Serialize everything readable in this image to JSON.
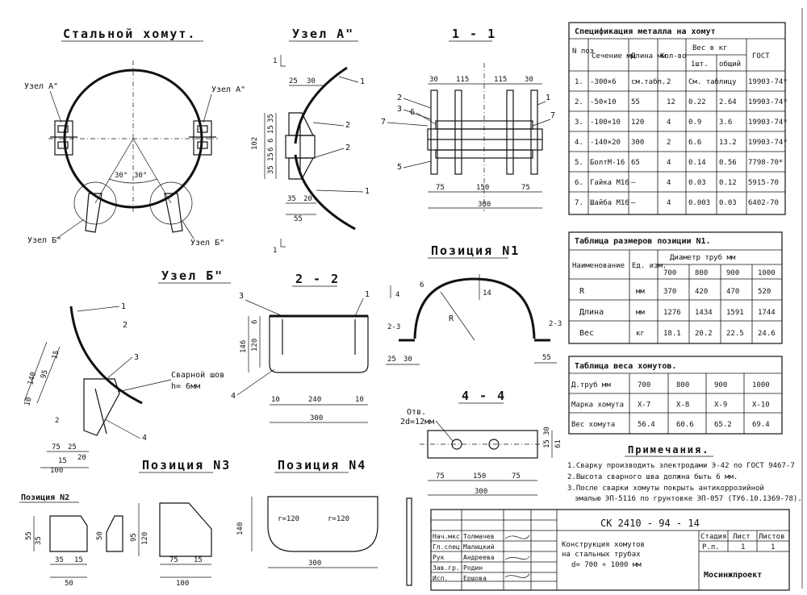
{
  "titles": {
    "steel_clamp": "Стальной хомут.",
    "node_a": "Узел А\"",
    "section_11": "1 - 1",
    "node_b": "Узел Б\"",
    "section_22": "2 - 2",
    "position_1": "Позиция N1",
    "section_44": "4 - 4",
    "position_3": "Позиция N3",
    "position_4": "Позиция N4",
    "position_2": "Позиция N2"
  },
  "callouts": {
    "uzel_a_left": "Узел А\"",
    "uzel_a_right": "Узел А\"",
    "uzel_b_left": "Узел Б\"",
    "uzel_b_right": "Узел Б\"",
    "weld_seam": "Сварной шов",
    "weld_h": "h= 6мм",
    "holes": "Отв.",
    "holes_dia": "2d=12мм"
  },
  "dims": {
    "angle1": "30°",
    "angle2": "30°",
    "a_25": "25",
    "a_30": "30",
    "a_35": "35",
    "a_20": "20",
    "a_55": "55",
    "a_102": "102",
    "a_v35": "35",
    "a_v15": "15",
    "a_v6": "6",
    "a_v6b": "6",
    "a_v15b": "15",
    "a_v35b": "35",
    "s_30l": "30",
    "s_115l": "115",
    "s_115r": "115",
    "s_30r": "30",
    "s_75l": "75",
    "s_150": "150",
    "s_75r": "75",
    "s_300": "300",
    "b_140": "140",
    "b_95": "95",
    "b_15": "15",
    "b_10": "10",
    "b_2": "2",
    "b_15b": "15",
    "b_75": "75",
    "b_25": "25",
    "b_100": "100",
    "b_20": "20",
    "c_146": "146",
    "c_120": "120",
    "c_6": "6",
    "c_10a": "10",
    "c_240": "240",
    "c_10b": "10",
    "c_300": "300",
    "p1_r": "R",
    "p1_6": "6",
    "p1_14": "14",
    "p1_4": "4",
    "p1_23a": "2-3",
    "p1_23b": "2-3",
    "p1_25": "25",
    "p1_30": "30",
    "p1_55": "55",
    "s4_15": "15",
    "s4_30": "30",
    "s4_61": "61",
    "s4_75l": "75",
    "s4_150": "150",
    "s4_75r": "75",
    "s4_300": "300",
    "p2_55": "55",
    "p2_35": "35",
    "p2_35b": "35",
    "p2_15": "15",
    "p2_50": "50",
    "p3_50": "50",
    "p3_95": "95",
    "p3_120": "120",
    "p3_75": "75",
    "p3_15": "15",
    "p3_100": "100",
    "p4_140": "140",
    "p4_r1": "r=120",
    "p4_r2": "r=120",
    "p4_300": "300"
  },
  "leaders": {
    "n1": "1",
    "n2": "2",
    "n3": "3",
    "n4": "4",
    "n5": "5",
    "n6": "6",
    "n7": "7",
    "m1": "1",
    "m2": "2",
    "m3": "3",
    "m4": "4",
    "m5": "5",
    "m6": "6",
    "m7": "7",
    "b1": "1",
    "b2": "2",
    "b3": "3",
    "b4": "4",
    "c1": "1",
    "c3": "3",
    "c4": "4",
    "cut1": "1",
    "cut1b": "1",
    "cut2": "2",
    "cut4": "4"
  },
  "spec": {
    "title": "Спецификация металла на хомут",
    "h_pos": "N поз",
    "h_sec": "Сечение мм",
    "h_len": "Длина мм",
    "h_qty": "Кол-во",
    "h_w": "Вес в кг",
    "h_w1": "1шт.",
    "h_wt": "общий",
    "h_gost": "ГОСТ",
    "rows": [
      {
        "pos": "1.",
        "sec": "-300×6",
        "len": "см.табл.",
        "qty": "2",
        "w1": "См. таблицу",
        "wt": "",
        "gost": "19903-74*"
      },
      {
        "pos": "2.",
        "sec": "-50×10",
        "len": "55",
        "qty": "12",
        "w1": "0.22",
        "wt": "2.64",
        "gost": "19903-74*"
      },
      {
        "pos": "3.",
        "sec": "-100×10",
        "len": "120",
        "qty": "4",
        "w1": "0.9",
        "wt": "3.6",
        "gost": "19903-74*"
      },
      {
        "pos": "4.",
        "sec": "-140×20",
        "len": "300",
        "qty": "2",
        "w1": "6.6",
        "wt": "13.2",
        "gost": "19903-74*"
      },
      {
        "pos": "5.",
        "sec": "БолтМ-16",
        "len": "65",
        "qty": "4",
        "w1": "0.14",
        "wt": "0.56",
        "gost": "7798-70*"
      },
      {
        "pos": "6.",
        "sec": "Гайка М16",
        "len": "—",
        "qty": "4",
        "w1": "0.03",
        "wt": "0.12",
        "gost": "5915-70"
      },
      {
        "pos": "7.",
        "sec": "Шайба М16",
        "len": "—",
        "qty": "4",
        "w1": "0.003",
        "wt": "0.03",
        "gost": "6402-70"
      }
    ]
  },
  "sizes": {
    "title": "Таблица размеров позиции N1.",
    "h_name": "Наименование",
    "h_unit": "Ед. изм.",
    "h_dia": "Диаметр труб мм",
    "cols": [
      "700",
      "800",
      "900",
      "1000"
    ],
    "rows": [
      {
        "name": "R",
        "unit": "мм",
        "v": [
          "370",
          "420",
          "470",
          "520"
        ]
      },
      {
        "name": "Длина",
        "unit": "мм",
        "v": [
          "1276",
          "1434",
          "1591",
          "1744"
        ]
      },
      {
        "name": "Вес",
        "unit": "кг",
        "v": [
          "18.1",
          "20.2",
          "22.5",
          "24.6"
        ]
      }
    ]
  },
  "weights": {
    "title": "Таблица веса хомутов.",
    "r1": [
      "Д.труб мм",
      "700",
      "800",
      "900",
      "1000"
    ],
    "r2": [
      "Марка хомута",
      "Х-7",
      "Х-8",
      "Х-9",
      "Х-10"
    ],
    "r3": [
      "Вес хомута",
      "56.4",
      "60.6",
      "65.2",
      "69.4"
    ]
  },
  "notes": {
    "title": "Примечания.",
    "n1": "1.Сварку производить электродами Э-42 по ГОСТ 9467-7",
    "n2": "2.Высота сварного шва должна быть 6 мм.",
    "n3a": "3.После сварки хомуты покрыть антикоррозийной",
    "n3b": "эмалью ЭП-5116 по грунтовке ЭП-057 (ТУ6.10.1369-78)."
  },
  "stamp": {
    "code": "СК 2410 - 94 - 14",
    "roles": [
      {
        "role": "Нач.мкс",
        "name": "Толмачев"
      },
      {
        "role": "Гл.спец",
        "name": "Малицкий"
      },
      {
        "role": "Рук",
        "name": "Андреева"
      },
      {
        "role": "Зав.гр.",
        "name": "Родин"
      },
      {
        "role": "Исп.",
        "name": "Ершова"
      }
    ],
    "desc1": "Конструкция хомутов",
    "desc2": "на стальных трубах",
    "desc3": "d= 700 ÷ 1000 мм",
    "h_stage": "Стадия",
    "h_sheet": "Лист",
    "h_sheets": "Листов",
    "stage": "Р.п.",
    "sheet": "1",
    "sheets": "1",
    "org": "Мосинжпроект"
  }
}
